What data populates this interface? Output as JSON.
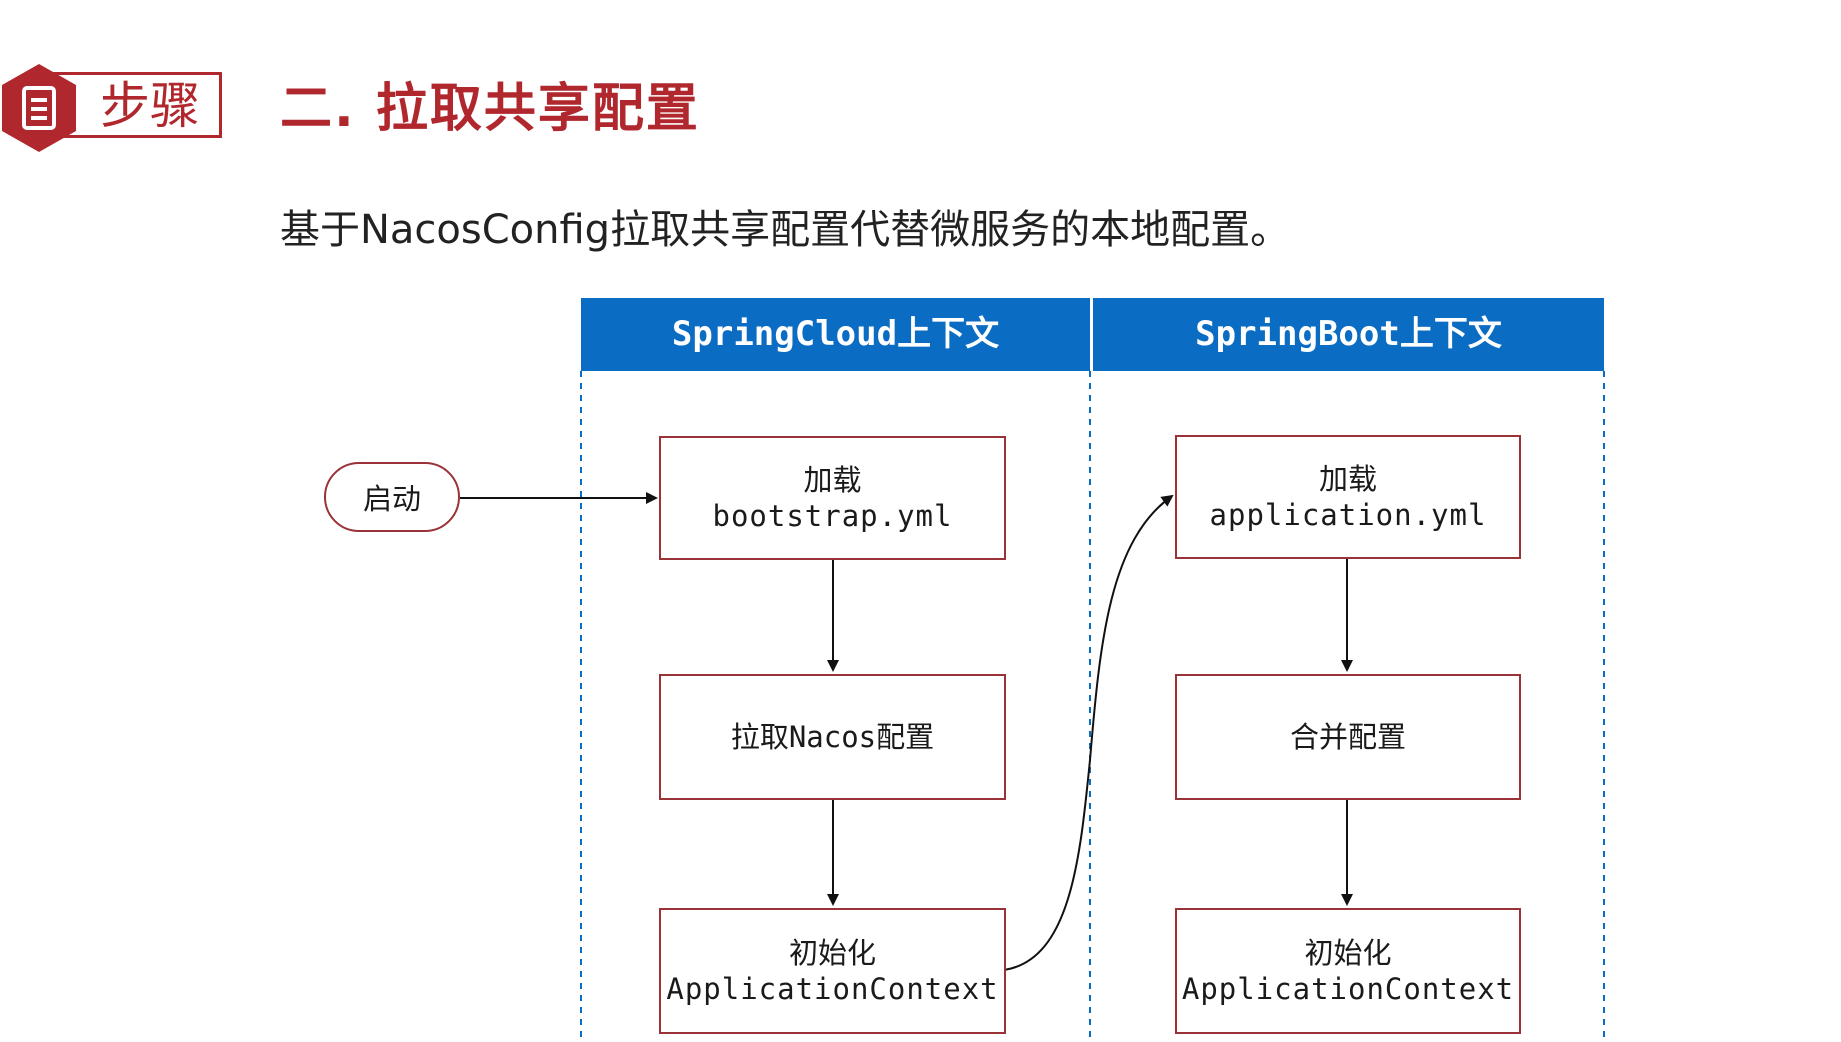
{
  "colors": {
    "accent": "#b0282d",
    "lane_header": "#0a6cc2",
    "box_border": "#9a3338"
  },
  "badge": {
    "icon": "document-icon",
    "label": "步骤"
  },
  "section_title": "二. 拉取共享配置",
  "subtitle": "基于NacosConfig拉取共享配置代替微服务的本地配置。",
  "lanes": {
    "cloud": "SpringCloud上下文",
    "boot": "SpringBoot上下文"
  },
  "start_node": "启动",
  "cloud_boxes": {
    "load": {
      "line1": "加载",
      "line2": "bootstrap.yml"
    },
    "pull": {
      "line1": "拉取Nacos配置"
    },
    "init": {
      "line1": "初始化",
      "line2": "ApplicationContext"
    }
  },
  "boot_boxes": {
    "load": {
      "line1": "加载",
      "line2": "application.yml"
    },
    "merge": {
      "line1": "合并配置"
    },
    "init": {
      "line1": "初始化",
      "line2": "ApplicationContext"
    }
  }
}
